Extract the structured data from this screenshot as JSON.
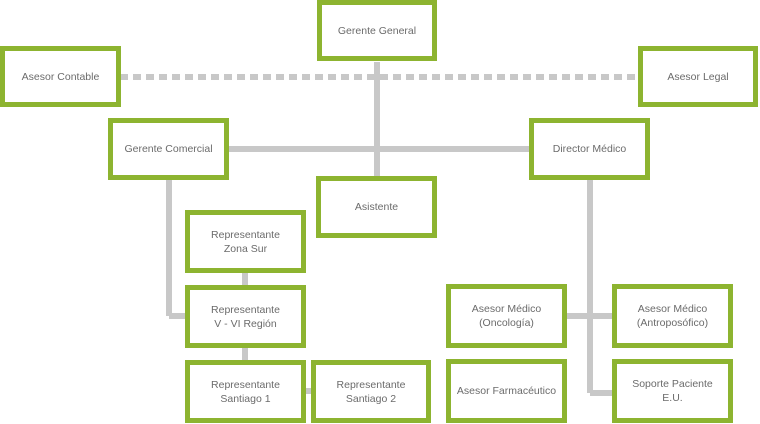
{
  "colors": {
    "box_border": "#8db430",
    "connector": "#c8c8c8",
    "text": "#6b6b6b"
  },
  "nodes": {
    "gerente_general": [
      "Gerente General"
    ],
    "asesor_contable": [
      "Asesor Contable"
    ],
    "asesor_legal": [
      "Asesor Legal"
    ],
    "gerente_comercial": [
      "Gerente Comercial"
    ],
    "director_medico": [
      "Director Médico"
    ],
    "asistente": [
      "Asistente"
    ],
    "rep_zona_sur": [
      "Representante",
      "Zona Sur"
    ],
    "rep_v_vi": [
      "Representante",
      "V - VI Región"
    ],
    "rep_santiago_1": [
      "Representante",
      "Santiago 1"
    ],
    "rep_santiago_2": [
      "Representante",
      "Santiago 2"
    ],
    "asesor_medico_onc": [
      "Asesor Médico",
      "(Oncología)"
    ],
    "asesor_medico_antro": [
      "Asesor Médico",
      "(Antroposófico)"
    ],
    "asesor_farmaceutico": [
      "Asesor Farmacéutico"
    ],
    "soporte_paciente": [
      "Soporte Paciente",
      "E.U."
    ]
  }
}
